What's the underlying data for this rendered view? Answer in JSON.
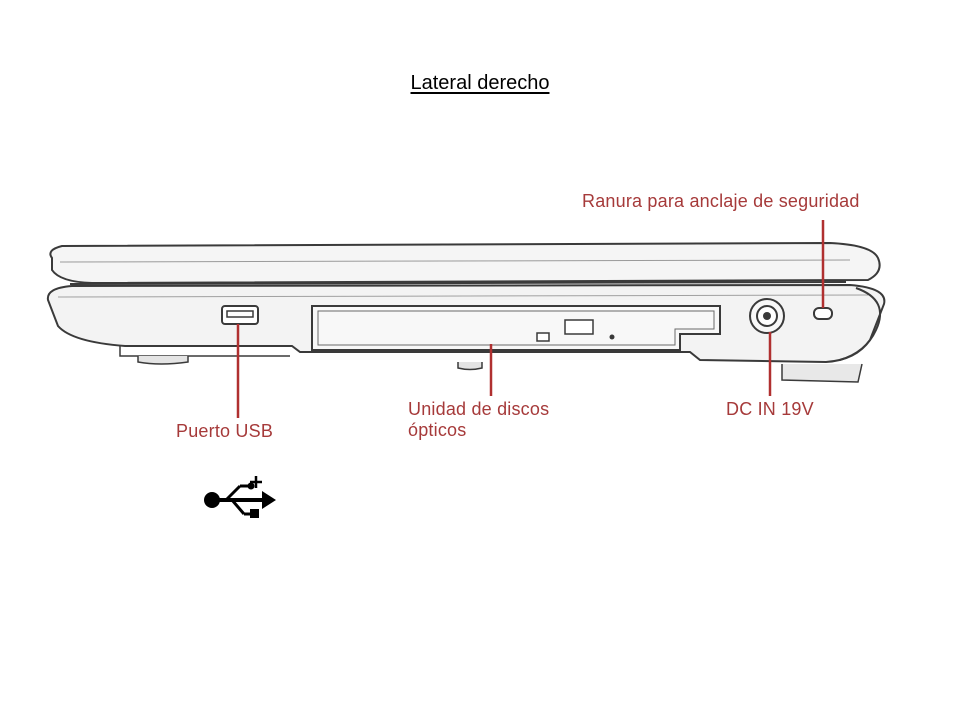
{
  "title": "Lateral derecho",
  "callouts": {
    "security_slot": "Ranura para anclaje de seguridad",
    "usb_port": "Puerto USB",
    "optical_drive_line1": "Unidad de discos",
    "optical_drive_line2": "ópticos",
    "dc_in": "DC IN 19V"
  },
  "icons": {
    "usb_symbol": "usb-icon"
  },
  "colors": {
    "callout": "#a63a3a",
    "outline": "#3a3a3a",
    "laptop_fill": "#f4f4f4",
    "leader_line": "#b03030"
  }
}
